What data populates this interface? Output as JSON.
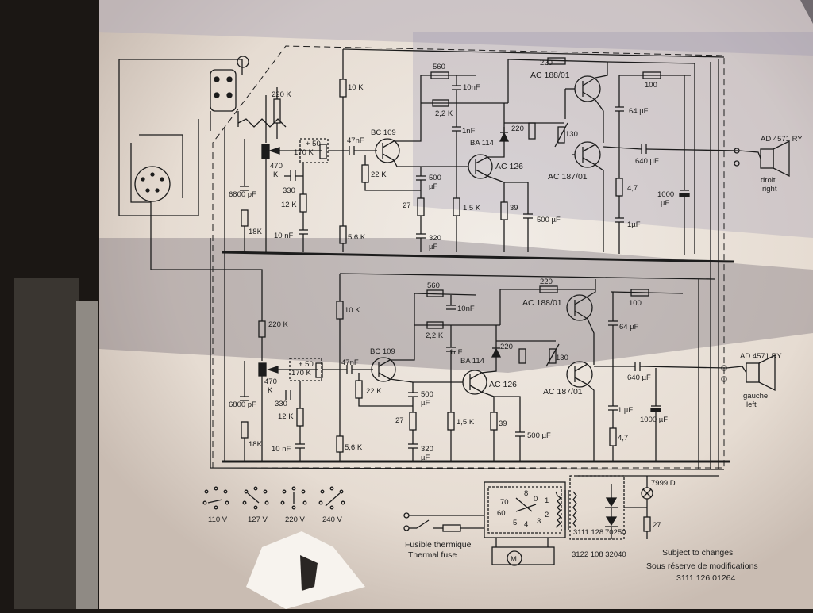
{
  "colors": {
    "paper": "#ece6df",
    "ink": "#1c1c1c",
    "background": "#1b1714",
    "shadow": "#6e6470",
    "foam": "#3a3631"
  },
  "right_channel": {
    "r1": "10 K",
    "r2": "560",
    "c1": "10nF",
    "r3": "2,2 K",
    "c2": "1nF",
    "t1": "BC 109",
    "c_in": "47nF",
    "r4": "22 K",
    "c3": "500",
    "c3_unit": "µF",
    "r5": "27",
    "r6": "1,5 K",
    "c4": "320",
    "c4_unit": "µF",
    "r7": "5,6 K",
    "pot1": "220 K",
    "pot2": "470",
    "pot2b": "K",
    "pot3": "+ 50",
    "pot3b": "170 K",
    "c5": "330",
    "r8": "12 K",
    "c6": "10 nF",
    "c7": "6800 pF",
    "r9": "18K",
    "t2": "AC 188/01",
    "r10": "220",
    "r11": "220",
    "r12": "130",
    "d1": "BA 114",
    "t3": "AC 126",
    "t4": "AC 187/01",
    "r13": "100",
    "c8": "64 µF",
    "c9": "640 µF",
    "r14": "4,7",
    "c10": "1000",
    "c10_unit": "µF",
    "r15": "39",
    "c11": "500 µF",
    "c12": "1µF",
    "spk_type": "AD 4571 RY",
    "spk_fr": "droit",
    "spk_en": "right"
  },
  "left_channel": {
    "r1": "10 K",
    "r2": "560",
    "c1": "10nF",
    "r3": "2,2 K",
    "c2": "1nF",
    "t1": "BC 109",
    "c_in": "47nF",
    "r4": "22 K",
    "c3": "500",
    "c3_unit": "µF",
    "r5": "27",
    "r6": "1,5 K",
    "c4": "320",
    "c4_unit": "µF",
    "r7": "5,6 K",
    "pot1": "220 K",
    "pot2": "470",
    "pot2b": "K",
    "pot3": "+ 50",
    "pot3b": "170 K",
    "c5": "330",
    "r8": "12 K",
    "c6": "10 nF",
    "c7": "6800 pF",
    "r9": "18K",
    "t2": "AC 188/01",
    "r10": "220",
    "r11": "220",
    "r12": "130",
    "d1": "BA 114",
    "t3": "AC 126",
    "t4": "AC 187/01",
    "r13": "100",
    "c8": "64 µF",
    "c9": "640 µF",
    "r14": "4,7",
    "c10": "1000 µF",
    "r15": "39",
    "c11": "500 µF",
    "c12": "1 µF",
    "spk_type": "AD 4571 RY",
    "spk_fr": "gauche",
    "spk_en": "left"
  },
  "voltage_selector": [
    "110 V",
    "127 V",
    "220 V",
    "240 V"
  ],
  "power": {
    "fuse_fr": "Fusible thermique",
    "fuse_en": "Thermal fuse",
    "motor": "M",
    "selector_labels": [
      "70",
      "8",
      "0",
      "1",
      "60",
      "2",
      "4",
      "3",
      "5"
    ],
    "transformer_code": "3122 108 32040",
    "rectifier_code_a": "3111 128",
    "rectifier_code_b": "70250",
    "lamp": "7999 D",
    "r_out": "27"
  },
  "notes": {
    "line1": "Subject to changes",
    "line2": "Sous réserve de modifications",
    "line3": "3111 126 01264"
  }
}
